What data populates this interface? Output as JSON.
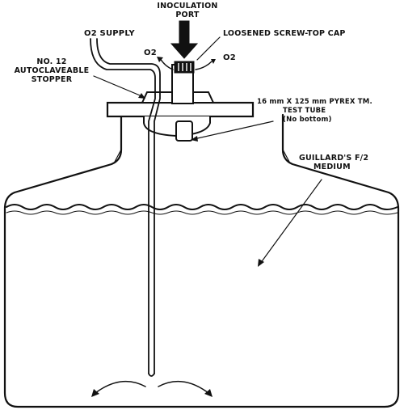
{
  "labels": {
    "inoculation_port_line1": "INOCULATION",
    "inoculation_port_line2": "PORT",
    "o2_supply": "O2 SUPPLY",
    "o2_left": "O2",
    "o2_right": "O2",
    "loosened_cap": "LOOSENED SCREW-TOP CAP",
    "stopper_line1": "NO. 12",
    "stopper_line2": "AUTOCLAVEABLE",
    "stopper_line3": "STOPPER",
    "test_tube_line1": "16 mm X 125 mm PYREX  TM.",
    "test_tube_line2": "TEST TUBE",
    "test_tube_line3": "(No bottom)",
    "medium_line1": "GUILLARD'S F/2",
    "medium_line2": "MEDIUM"
  },
  "colors": {
    "ink": "#111111",
    "background": "#ffffff"
  }
}
